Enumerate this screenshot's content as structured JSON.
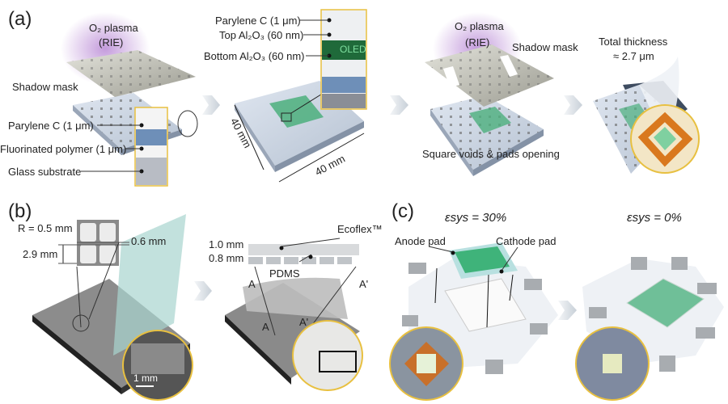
{
  "panels": {
    "a": {
      "label": "(a)",
      "step1": {
        "plasma": "O₂ plasma",
        "plasma_sub": "(RIE)",
        "shadow_mask": "Shadow mask",
        "layer1": "Parylene C (1 μm)",
        "layer2": "Fluorinated polymer (1 μm)",
        "layer3": "Glass substrate"
      },
      "step2": {
        "layer1": "Parylene C (1 μm)",
        "layer2": "Top Al₂O₃ (60 nm)",
        "layer3": "Bottom Al₂O₃ (60 nm)",
        "oled": "OLED",
        "dim1": "40 mm",
        "dim2": "40 mm"
      },
      "step3": {
        "plasma": "O₂ plasma",
        "plasma_sub": "(RIE)",
        "shadow_mask": "Shadow mask",
        "caption": "Square voids & pads opening"
      },
      "step4": {
        "line1": "Total thickness",
        "line2": "≈ 2.7 μm"
      }
    },
    "b": {
      "label": "(b)",
      "radius": "R = 0.5 mm",
      "gap": "0.6 mm",
      "pitch": "2.9 mm",
      "scale": "1 mm",
      "top_thickness": "1.0 mm",
      "bottom_thickness": "0.8 mm",
      "ecoflex": "Ecoflex™",
      "pdms": "PDMS",
      "a": "A",
      "a_prime": "A'",
      "a_small": "A",
      "a_prime_small": "A'"
    },
    "c": {
      "label": "(c)",
      "strain30": "εsys = 30%",
      "strain0": "εsys = 0%",
      "anode": "Anode pad",
      "cathode": "Cathode pad"
    }
  },
  "colors": {
    "oled_green": "#4caf7d",
    "plasma": "#b07ad0",
    "inset_border": "#e8c040",
    "orange": "#d9781e"
  }
}
